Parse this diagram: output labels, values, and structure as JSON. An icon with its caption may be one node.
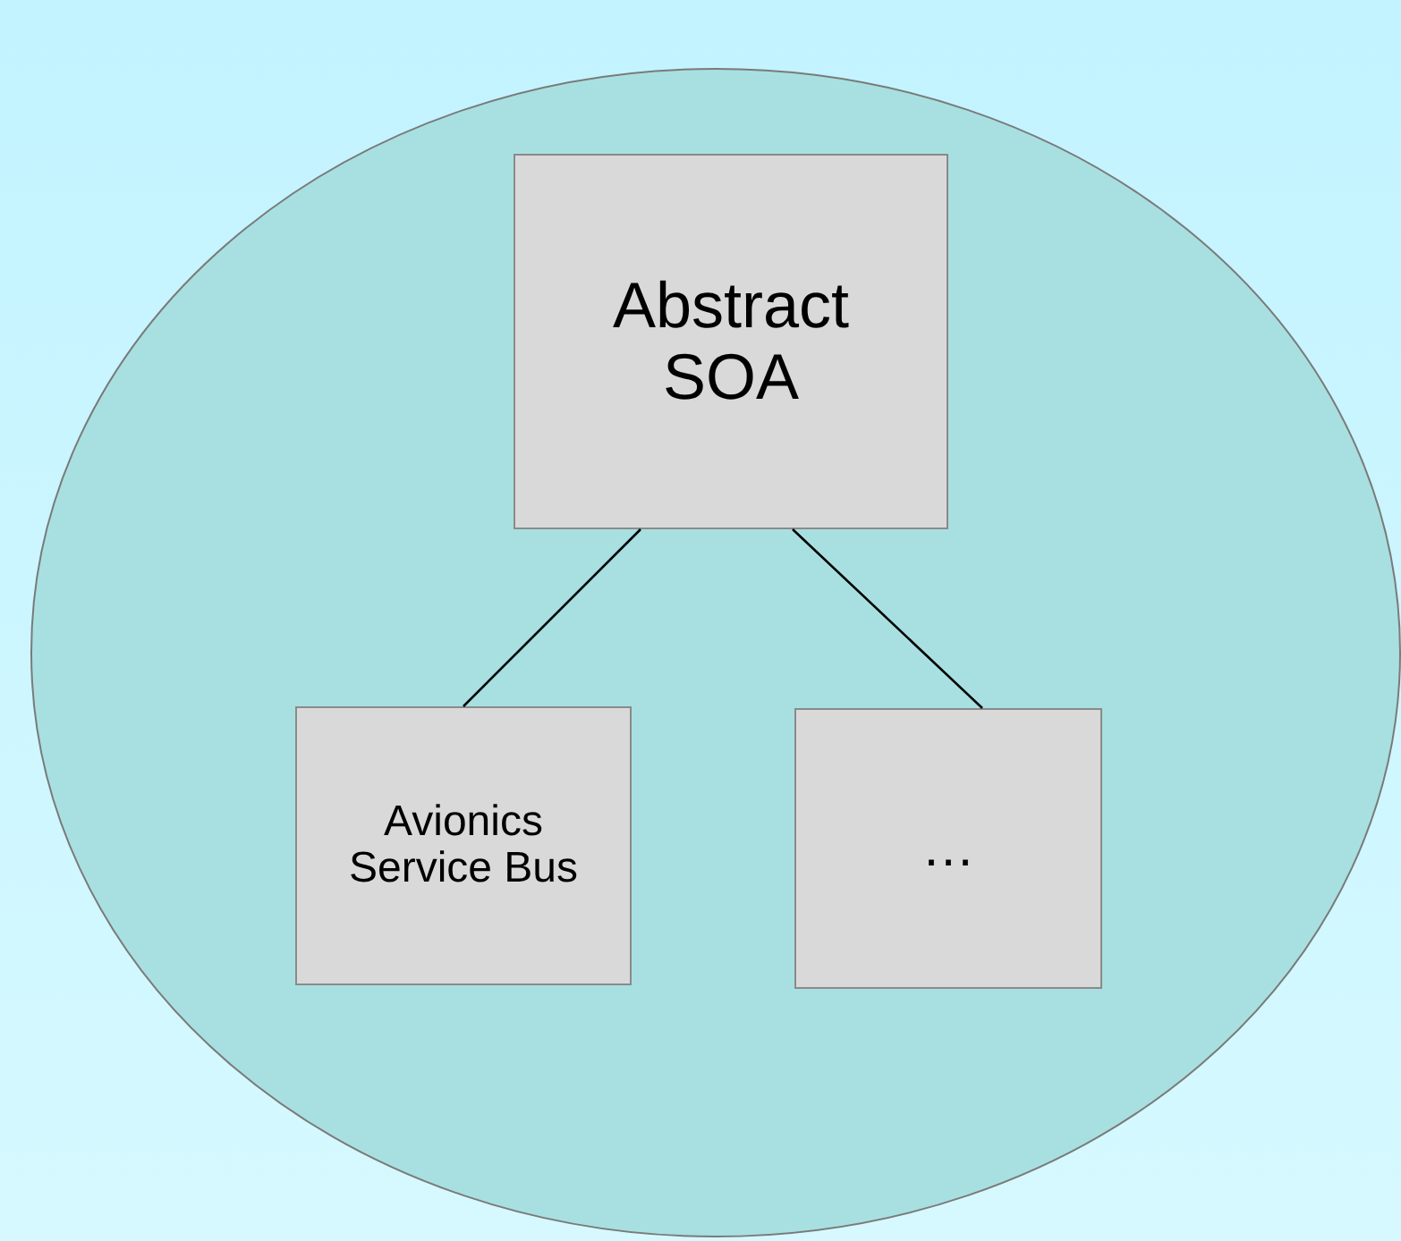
{
  "diagram": {
    "nodes": [
      {
        "text": [],
        "shape": "circle"
      },
      {
        "text": [
          "Abstract SOA"
        ],
        "in": 0
      },
      {
        "text": [
          "Avionics Service Bus"
        ],
        "in": 0
      },
      {
        "text": [
          "…"
        ],
        "in": 0
      }
    ],
    "edges": [
      {
        "from": 1,
        "to": 2,
        "arrow": "none"
      },
      {
        "from": 1,
        "to": 3,
        "arrow": "none"
      }
    ]
  }
}
